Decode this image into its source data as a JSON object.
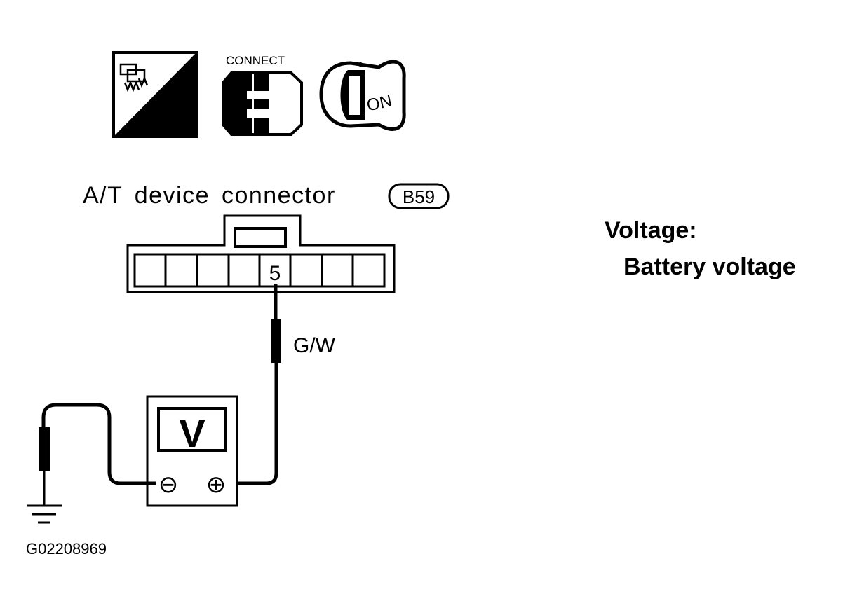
{
  "icons": {
    "harness_icon_label": "H.S.",
    "connect_icon_label": "CONNECT",
    "ignition_icon_label": "ON"
  },
  "connector": {
    "title": "A/T device connector",
    "code": "B59",
    "terminal": "5",
    "wire_color": "G/W"
  },
  "meter": {
    "symbol": "V",
    "minus": "⊖",
    "plus": "⊕"
  },
  "spec": {
    "label": "Voltage:",
    "value": "Battery voltage"
  },
  "figure_id": "G02208969"
}
